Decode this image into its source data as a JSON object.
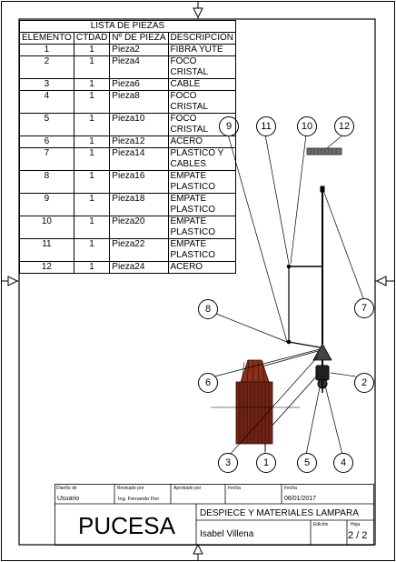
{
  "parts_list": {
    "title": "LISTA DE PIEZAS",
    "headers": [
      "ELEMENTO",
      "CTDAD",
      "Nº DE PIEZA",
      "DESCRIPCIÓN"
    ],
    "rows": [
      {
        "item": "1",
        "qty": "1",
        "part": "Pieza2",
        "desc": [
          "FIBRA YUTE"
        ]
      },
      {
        "item": "2",
        "qty": "1",
        "part": "Pieza4",
        "desc": [
          "FOCO",
          "CRISTAL"
        ]
      },
      {
        "item": "3",
        "qty": "1",
        "part": "Pieza6",
        "desc": [
          "CABLE"
        ]
      },
      {
        "item": "4",
        "qty": "1",
        "part": "Pieza8",
        "desc": [
          "FOCO",
          "CRISTAL"
        ]
      },
      {
        "item": "5",
        "qty": "1",
        "part": "Pieza10",
        "desc": [
          "FOCO",
          "CRISTAL"
        ]
      },
      {
        "item": "6",
        "qty": "1",
        "part": "Pieza12",
        "desc": [
          "ACERO"
        ]
      },
      {
        "item": "7",
        "qty": "1",
        "part": "Pieza14",
        "desc": [
          "PLASTICO Y",
          "CABLES"
        ]
      },
      {
        "item": "8",
        "qty": "1",
        "part": "Pieza16",
        "desc": [
          "EMPATE",
          "PLASTICO"
        ]
      },
      {
        "item": "9",
        "qty": "1",
        "part": "Pieza18",
        "desc": [
          "EMPATE",
          "PLASTICO"
        ]
      },
      {
        "item": "10",
        "qty": "1",
        "part": "Pieza20",
        "desc": [
          "EMPATE",
          "PLASTICO"
        ]
      },
      {
        "item": "11",
        "qty": "1",
        "part": "Pieza22",
        "desc": [
          "EMPATE",
          "PLASTICO"
        ]
      },
      {
        "item": "12",
        "qty": "1",
        "part": "Pieza24",
        "desc": [
          "ACERO"
        ]
      }
    ]
  },
  "balloons": [
    "9",
    "11",
    "10",
    "12",
    "7",
    "8",
    "6",
    "2",
    "3",
    "1",
    "5",
    "4"
  ],
  "title_block": {
    "designed_label": "Diseño de",
    "designed_value": "Usuario",
    "reviewed_label": "Revisado por",
    "reviewed_value": "Ing. Fernando Flor",
    "approved_label": "Aprobado por",
    "date_label_1": "Fecha",
    "date_label_2": "Fecha",
    "date_value": "06/01/2017",
    "company": "PUCESA",
    "drawing_title": "DESPIECE Y MATERIALES LAMPARA",
    "author": "Isabel Villena",
    "edition_label": "Edición",
    "sheet_label": "Hoja",
    "sheet_value": "2 / 2"
  }
}
